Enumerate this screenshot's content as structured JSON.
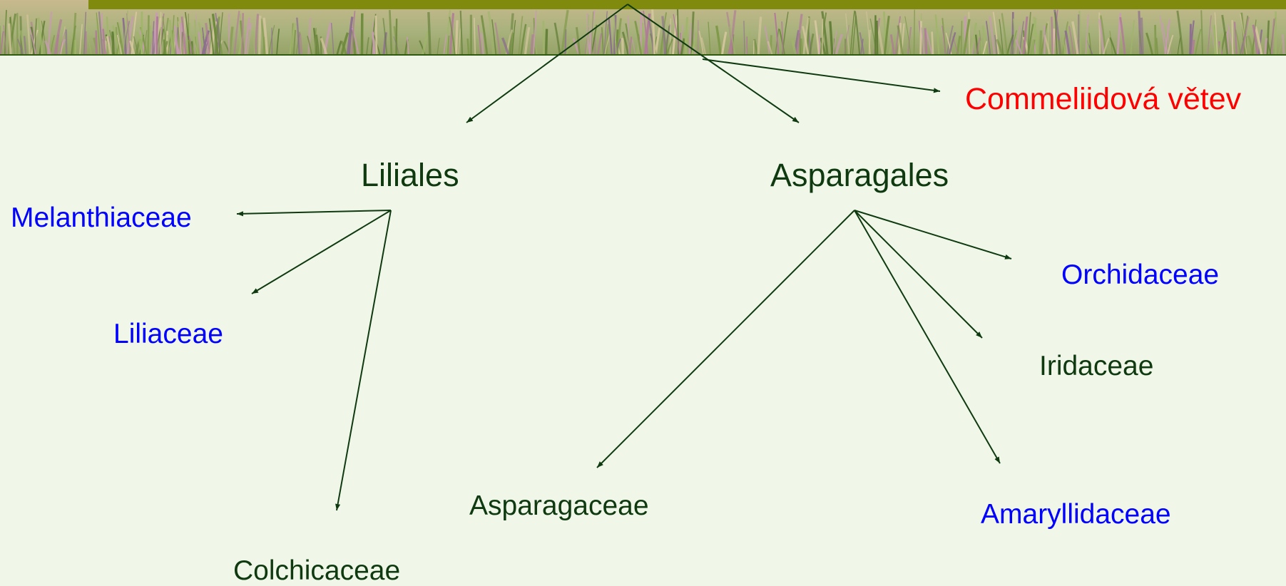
{
  "diagram": {
    "nodes": {
      "commeliid": "Commeliidová větev",
      "liliales": "Liliales",
      "asparagales": "Asparagales",
      "melanthiaceae": "Melanthiaceae",
      "liliaceae": "Liliaceae",
      "colchicaceae": "Colchicaceae",
      "orchidaceae": "Orchidaceae",
      "iridaceae": "Iridaceae",
      "asparagaceae": "Asparagaceae",
      "amaryllidaceae": "Amaryllidaceae"
    },
    "edges": [
      [
        "root",
        "liliales"
      ],
      [
        "root",
        "asparagales"
      ],
      [
        "root",
        "commeliid"
      ],
      [
        "liliales",
        "melanthiaceae"
      ],
      [
        "liliales",
        "liliaceae"
      ],
      [
        "liliales",
        "colchicaceae"
      ],
      [
        "asparagales",
        "orchidaceae"
      ],
      [
        "asparagales",
        "iridaceae"
      ],
      [
        "asparagales",
        "asparagaceae"
      ],
      [
        "asparagales",
        "amaryllidaceae"
      ]
    ],
    "colors": {
      "dark_green": "#0f3a10",
      "red": "#ff0000",
      "blue": "#0000ff",
      "banner_strip": "#808a0c"
    }
  }
}
